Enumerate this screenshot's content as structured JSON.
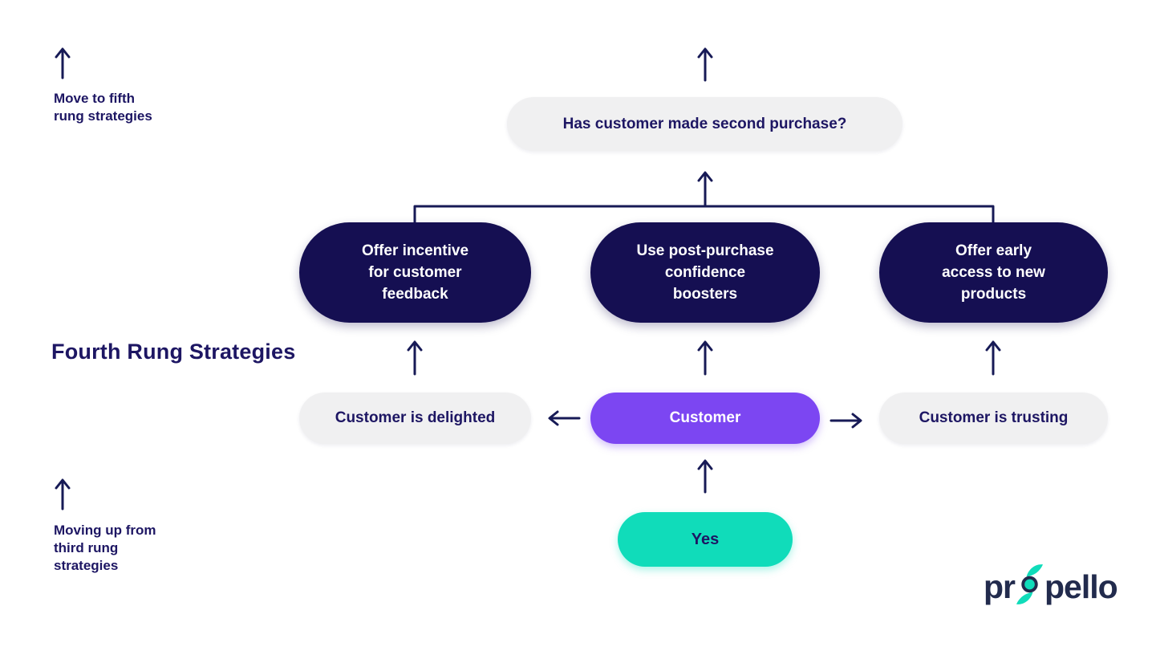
{
  "title": "Fourth Rung Strategies",
  "notes": {
    "top": "Move to fifth\nrung strategies",
    "bottom": "Moving up from\nthird rung\nstrategies"
  },
  "question": "Has customer made second purchase?",
  "strategies": [
    {
      "label": "Offer incentive\nfor customer\nfeedback"
    },
    {
      "label": "Use post-purchase\nconfidence\nboosters"
    },
    {
      "label": "Offer early\naccess to new\nproducts"
    }
  ],
  "states": {
    "left": "Customer is delighted",
    "center": "Customer",
    "right": "Customer is trusting"
  },
  "answer": "Yes",
  "logo": {
    "prefix": "pr",
    "suffix": "pello"
  },
  "colors": {
    "navy": "#1d1663",
    "line": "#171a56",
    "dark-pill": "#150f52",
    "purple": "#7c46f2",
    "teal": "#10dcba",
    "light-pill": "#f0f0f1",
    "white": "#ffffff",
    "logo-navy": "#222b4d"
  }
}
